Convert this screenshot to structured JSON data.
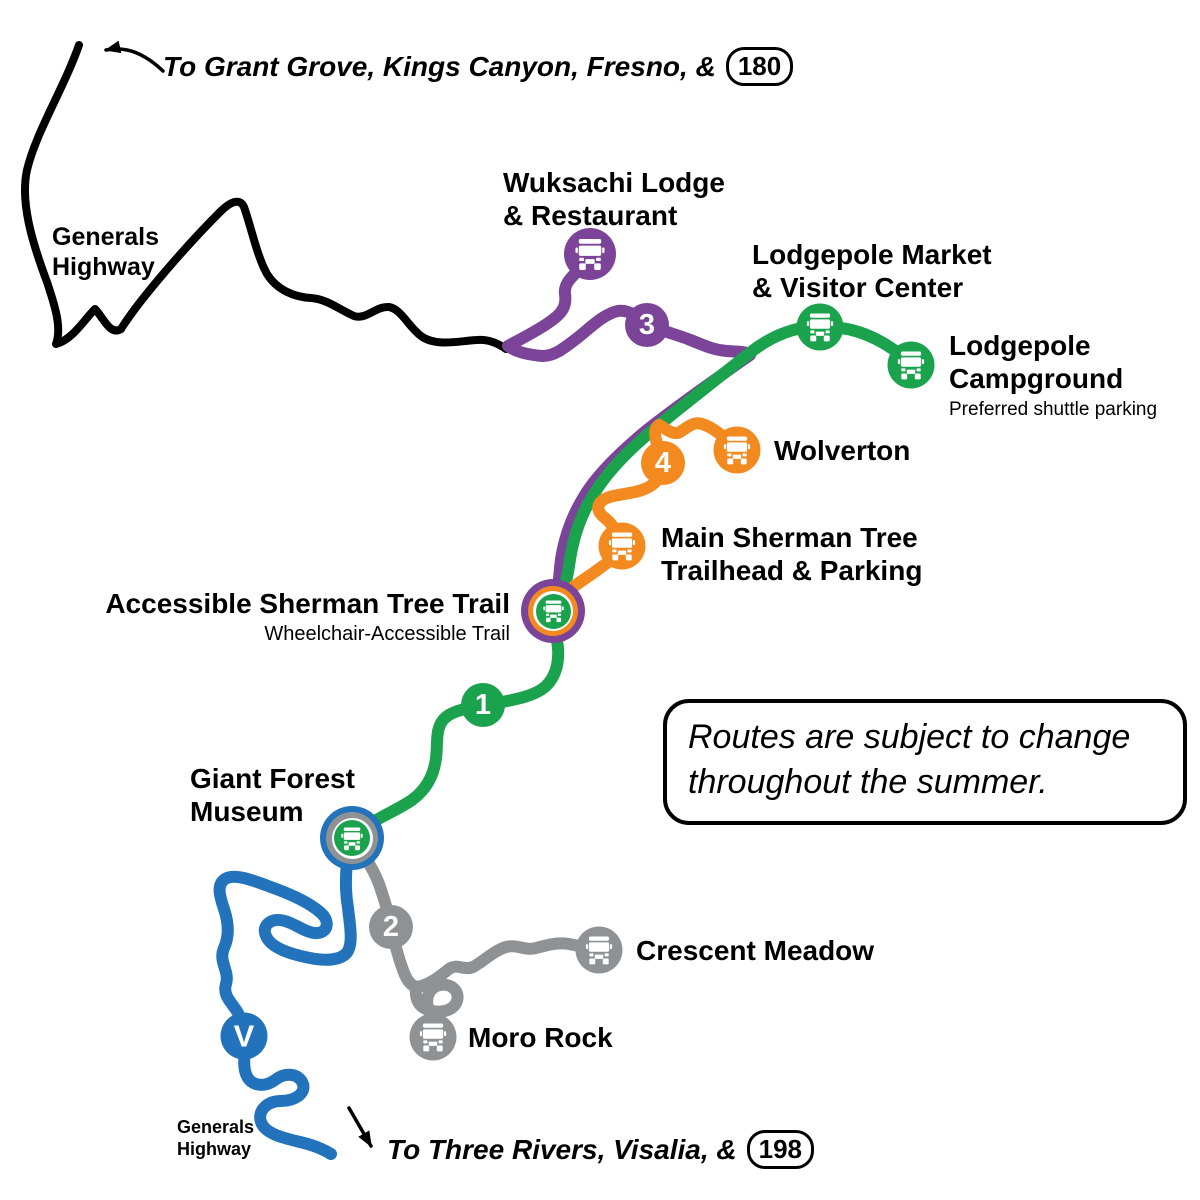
{
  "colors": {
    "route_1_green": "#1AA24D",
    "route_2_gray": "#8F9295",
    "route_3_purple": "#7B4498",
    "route_4_orange": "#F28A1F",
    "visalia_shuttle_blue": "#2273BB",
    "highway_black": "#000000"
  },
  "roads": {
    "generals_highway_north_line1": "Generals",
    "generals_highway_north_line2": "Highway",
    "generals_highway_south_line1": "Generals",
    "generals_highway_south_line2": "Highway"
  },
  "directions": {
    "north": {
      "text": "To Grant Grove, Kings Canyon, Fresno, &",
      "route_shield": "180"
    },
    "south": {
      "text": "To Three Rivers, Visalia, &",
      "route_shield": "198"
    }
  },
  "route_badges": {
    "route_1": "1",
    "route_2": "2",
    "route_3": "3",
    "route_4": "4",
    "visalia_shuttle": "V"
  },
  "stops": {
    "wuksachi": {
      "line1": "Wuksachi Lodge",
      "line2": "& Restaurant"
    },
    "lodgepole_market": {
      "line1": "Lodgepole Market",
      "line2": "& Visitor Center"
    },
    "lodgepole_campground": {
      "line1": "Lodgepole",
      "line2": "Campground",
      "note": "Preferred shuttle parking"
    },
    "wolverton": {
      "label": "Wolverton"
    },
    "main_sherman_tree": {
      "line1": "Main Sherman Tree",
      "line2": "Trailhead & Parking"
    },
    "accessible_sherman_tree": {
      "label": "Accessible Sherman Tree Trail",
      "note": "Wheelchair-Accessible Trail"
    },
    "giant_forest_museum": {
      "line1": "Giant Forest",
      "line2": "Museum"
    },
    "crescent_meadow": {
      "label": "Crescent Meadow"
    },
    "moro_rock": {
      "label": "Moro Rock"
    }
  },
  "notice": {
    "line1": "Routes are subject to change",
    "line2": "throughout the summer."
  }
}
